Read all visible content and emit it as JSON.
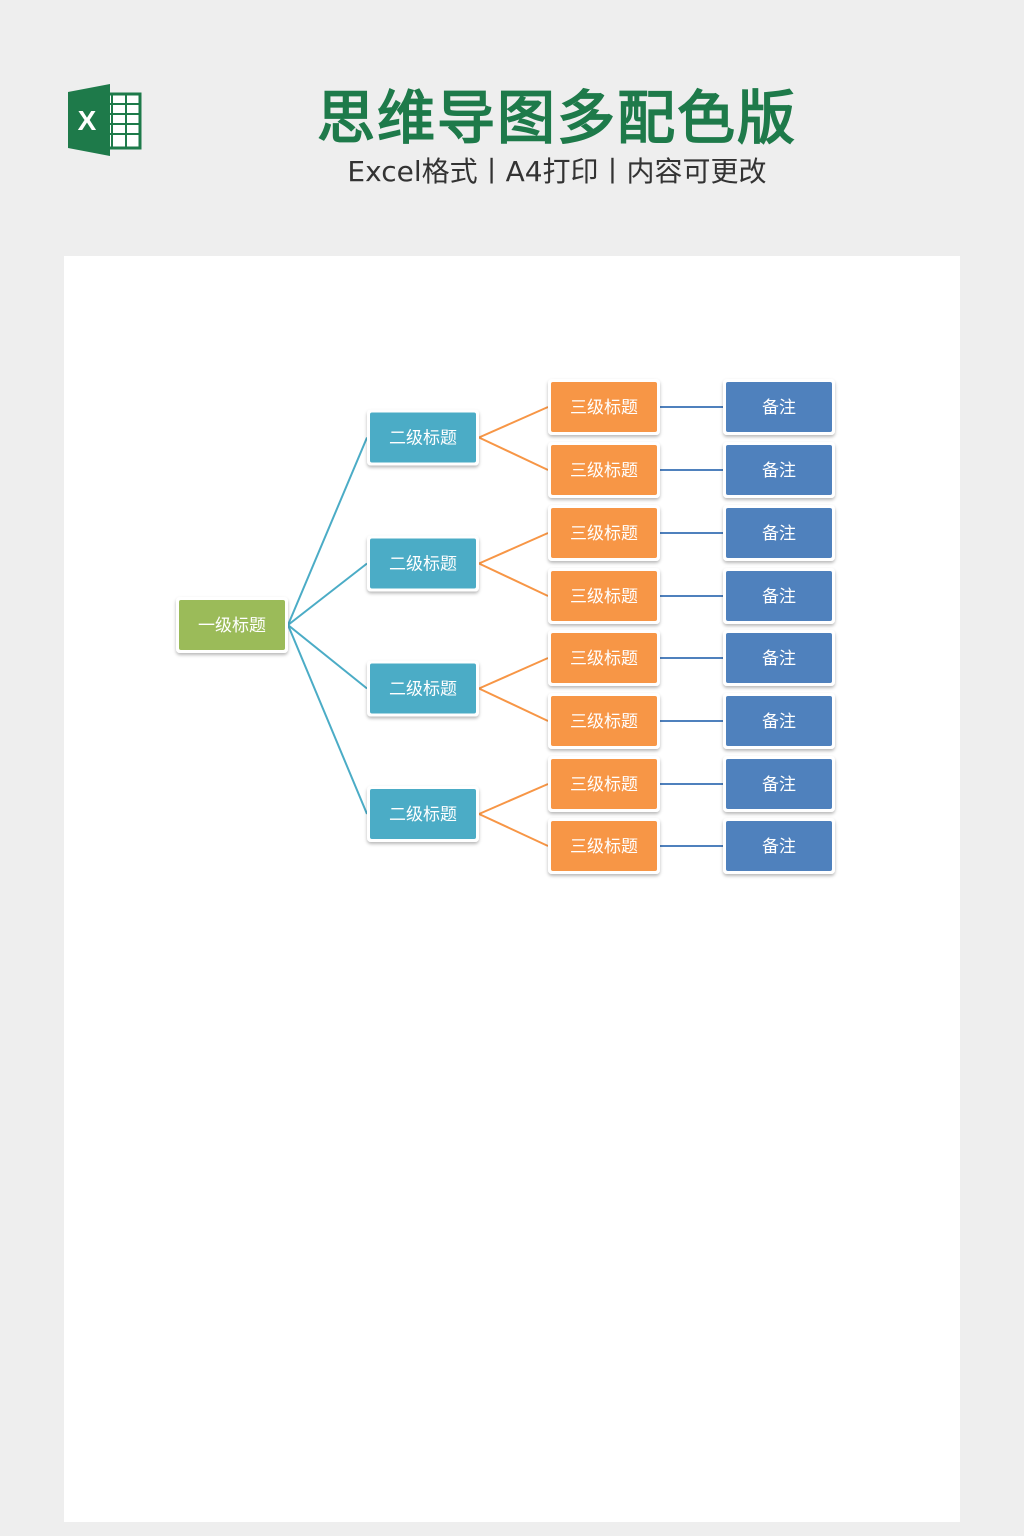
{
  "header": {
    "title": "思维导图多配色版",
    "subtitle": "Excel格式丨A4打印丨内容可更改",
    "logo_letter": "X",
    "logo_icon": "excel-icon"
  },
  "colors": {
    "level1": "#9bbb59",
    "level2": "#4bacc6",
    "level3": "#f79646",
    "note": "#4f81bd",
    "title": "#1e7a4a"
  },
  "mindmap": {
    "root": "一级标题",
    "branches": [
      {
        "label": "二级标题",
        "children": [
          {
            "label": "三级标题",
            "note": "备注"
          },
          {
            "label": "三级标题",
            "note": "备注"
          }
        ]
      },
      {
        "label": "二级标题",
        "children": [
          {
            "label": "三级标题",
            "note": "备注"
          },
          {
            "label": "三级标题",
            "note": "备注"
          }
        ]
      },
      {
        "label": "二级标题",
        "children": [
          {
            "label": "三级标题",
            "note": "备注"
          },
          {
            "label": "三级标题",
            "note": "备注"
          }
        ]
      },
      {
        "label": "二级标题",
        "children": [
          {
            "label": "三级标题",
            "note": "备注"
          },
          {
            "label": "三级标题",
            "note": "备注"
          }
        ]
      }
    ]
  }
}
